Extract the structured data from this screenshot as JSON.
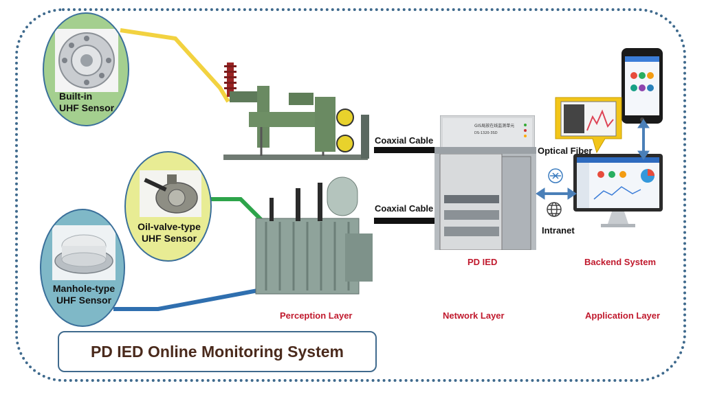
{
  "sensors": {
    "builtin": {
      "line1": "Built-in",
      "line2": "UHF Sensor"
    },
    "oilvalve": {
      "line1": "Oil-valve-type",
      "line2": "UHF Sensor"
    },
    "manhole": {
      "line1": "Manhole-type",
      "line2": "UHF Sensor"
    }
  },
  "links": {
    "coax_top": "Coaxial Cable",
    "coax_bottom": "Coaxial Cable",
    "optical": "Optical Fiber",
    "intranet": "Intranet"
  },
  "devices": {
    "pd_ied": "PD IED",
    "backend": "Backend System"
  },
  "layers": {
    "perception": "Perception Layer",
    "network": "Network Layer",
    "application": "Application Layer"
  },
  "title": "PD IED Online Monitoring System",
  "colors": {
    "frame": "#3f6a8d",
    "wire_yellow": "#f2d240",
    "wire_green": "#2da44a",
    "wire_blue": "#2f6faf",
    "label_red": "#c0192d",
    "arrow": "#4a7fb8"
  }
}
